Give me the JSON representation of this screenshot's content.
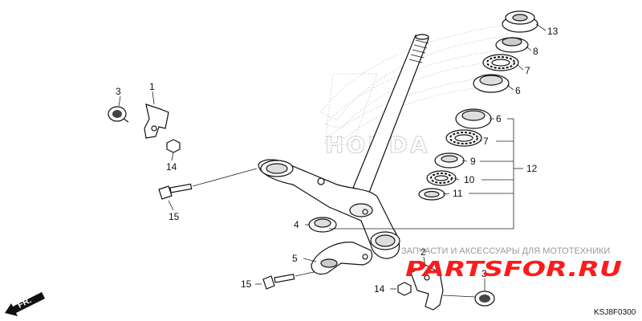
{
  "labels": {
    "l1": "1",
    "l2": "2",
    "l3a": "3",
    "l3b": "3",
    "l4": "4",
    "l5": "5",
    "l6a": "6",
    "l6b": "6",
    "l7a": "7",
    "l7b": "7",
    "l8": "8",
    "l9": "9",
    "l10": "10",
    "l11": "11",
    "l12": "12",
    "l13": "13",
    "l14a": "14",
    "l14b": "14",
    "l15a": "15",
    "l15b": "15"
  },
  "watermark": {
    "text": "ЗАПЧАСТИ И АКСЕССУАРЫ ДЛЯ МОТОТЕХНИКИ",
    "logo": "PARTSFOR.RU",
    "background_logo_text": "HONDA"
  },
  "diagram_code": "KSJ8F0300",
  "direction_marker": "FR.",
  "colors": {
    "line": "#111111",
    "watermark_red": "#ff1a1a",
    "watermark_gray": "#cccccc"
  }
}
